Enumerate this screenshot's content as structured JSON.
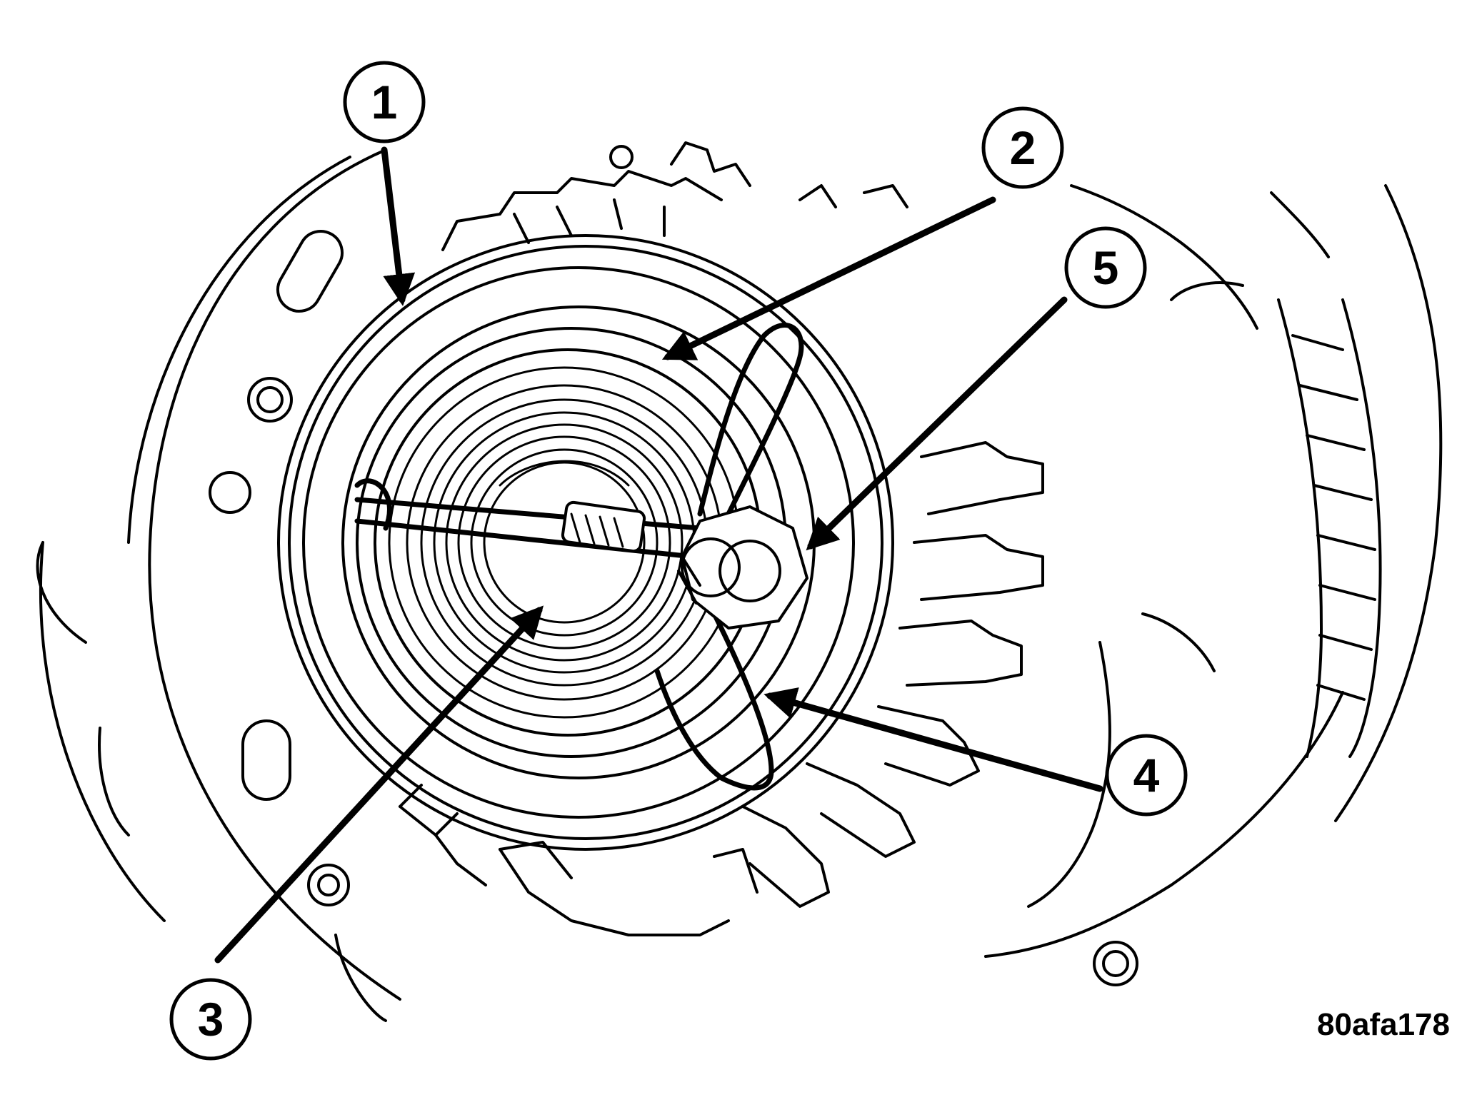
{
  "callouts": [
    {
      "label": "1"
    },
    {
      "label": "2"
    },
    {
      "label": "3"
    },
    {
      "label": "4"
    },
    {
      "label": "5"
    }
  ],
  "figure_id": "80afa178"
}
